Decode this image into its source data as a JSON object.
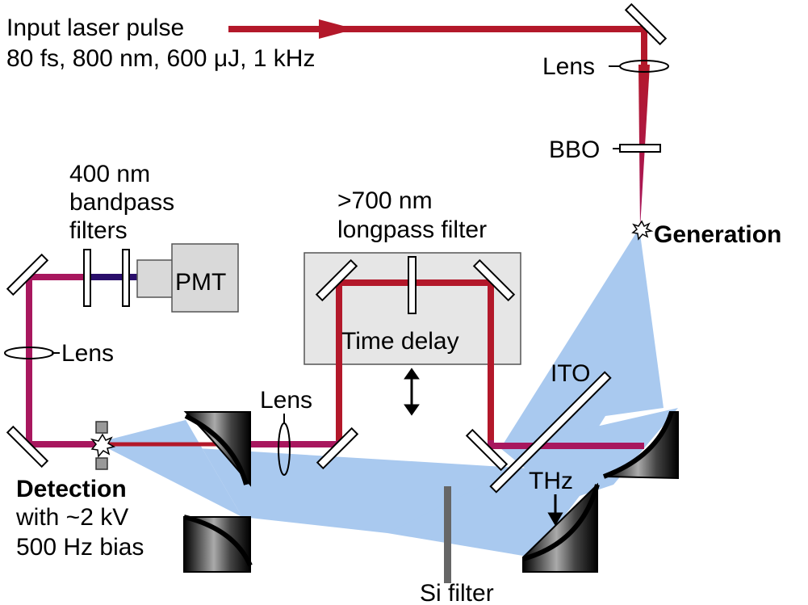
{
  "input": {
    "line1": "Input laser pulse",
    "line2": "80 fs, 800 nm, 600 μJ, 1 kHz"
  },
  "labels": {
    "lens_top": "Lens",
    "bbo": "BBO",
    "generation": "Generation",
    "filters_l1": "400 nm",
    "filters_l2": "bandpass",
    "filters_l3": "filters",
    "pmt": "PMT",
    "lens_left": "Lens",
    "longpass_l1": ">700 nm",
    "longpass_l2": "longpass filter",
    "time_delay": "Time delay",
    "lens_mid": "Lens",
    "ito": "ITO",
    "thz": "THz",
    "detection": "Detection",
    "bias_l1": "with ~2 kV",
    "bias_l2": "500 Hz bias",
    "si_filter": "Si filter"
  },
  "colors": {
    "red_beam": "#b3182a",
    "mixed_beam": "#a8175e",
    "blue_beam": "#2a0f6b",
    "thz_beam": "#a9c9ef",
    "box_fill": "#e6e6e6",
    "pmt_fill": "#d9d9d9",
    "si_filter": "#666666"
  }
}
